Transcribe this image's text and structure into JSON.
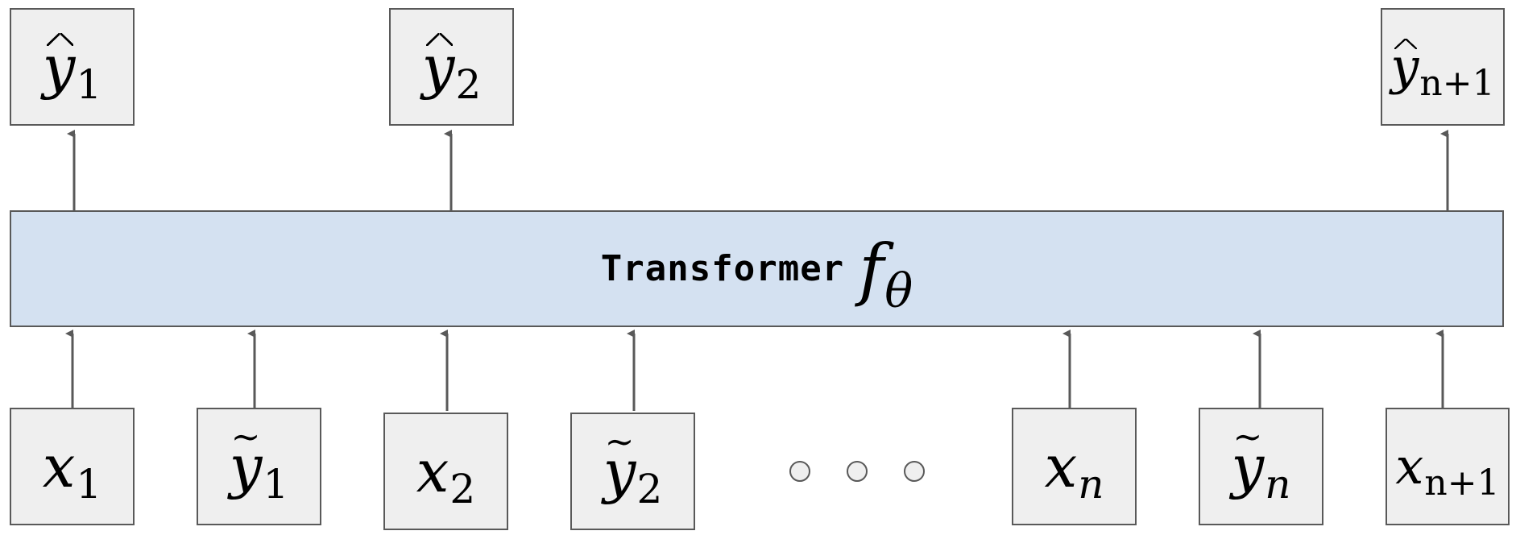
{
  "transformer": {
    "label": "Transformer",
    "function_base": "f",
    "function_subscript": "θ"
  },
  "outputs": [
    {
      "base": "y",
      "accent": "hat",
      "subscript": "1"
    },
    {
      "base": "y",
      "accent": "hat",
      "subscript": "2"
    },
    {
      "base": "y",
      "accent": "hat",
      "subscript": "n+1"
    }
  ],
  "inputs": [
    {
      "base": "x",
      "accent": "",
      "subscript": "1"
    },
    {
      "base": "y",
      "accent": "tilde",
      "subscript": "1"
    },
    {
      "base": "x",
      "accent": "",
      "subscript": "2"
    },
    {
      "base": "y",
      "accent": "tilde",
      "subscript": "2"
    },
    {
      "base": "x",
      "accent": "",
      "subscript": "n"
    },
    {
      "base": "y",
      "accent": "tilde",
      "subscript": "n"
    },
    {
      "base": "x",
      "accent": "",
      "subscript": "n+1"
    }
  ],
  "ellipsis_dots": 3,
  "colors": {
    "node_fill": "#efefef",
    "transformer_fill": "#d4e1f1",
    "stroke": "#595959"
  }
}
